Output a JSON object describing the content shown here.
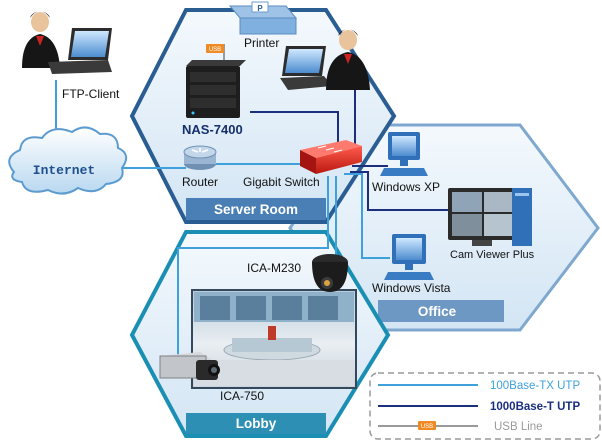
{
  "zones": {
    "server_room": "Server Room",
    "office": "Office",
    "lobby": "Lobby"
  },
  "devices": {
    "ftp_client": "FTP-Client",
    "internet": "Internet",
    "printer": "Printer",
    "nas": "NAS-7400",
    "router": "Router",
    "switch": "Gigabit Switch",
    "windows_xp": "Windows XP",
    "cam_viewer": "Cam Viewer Plus",
    "windows_vista": "Windows Vista",
    "ica_m230": "ICA-M230",
    "ica_750": "ICA-750"
  },
  "usb_tag": "USB",
  "printer_tag": "P",
  "legend": {
    "items": [
      {
        "label": "100Base-TX UTP",
        "color": "#3ea1dc"
      },
      {
        "label": "1000Base-T UTP",
        "color": "#1b2f7e"
      },
      {
        "label": "USB Line",
        "color": "#9a9a9a"
      }
    ],
    "usb_tag": "USB"
  },
  "colors": {
    "zone_fill": "#dceaf6",
    "zone_border": "#1f5f99",
    "zone_label_bg": "#4a7fb5",
    "line_100": "#3ea1dc",
    "line_1000": "#1b2f7e",
    "usb_line": "#9a9a9a",
    "usb_orange": "#f08a24"
  }
}
